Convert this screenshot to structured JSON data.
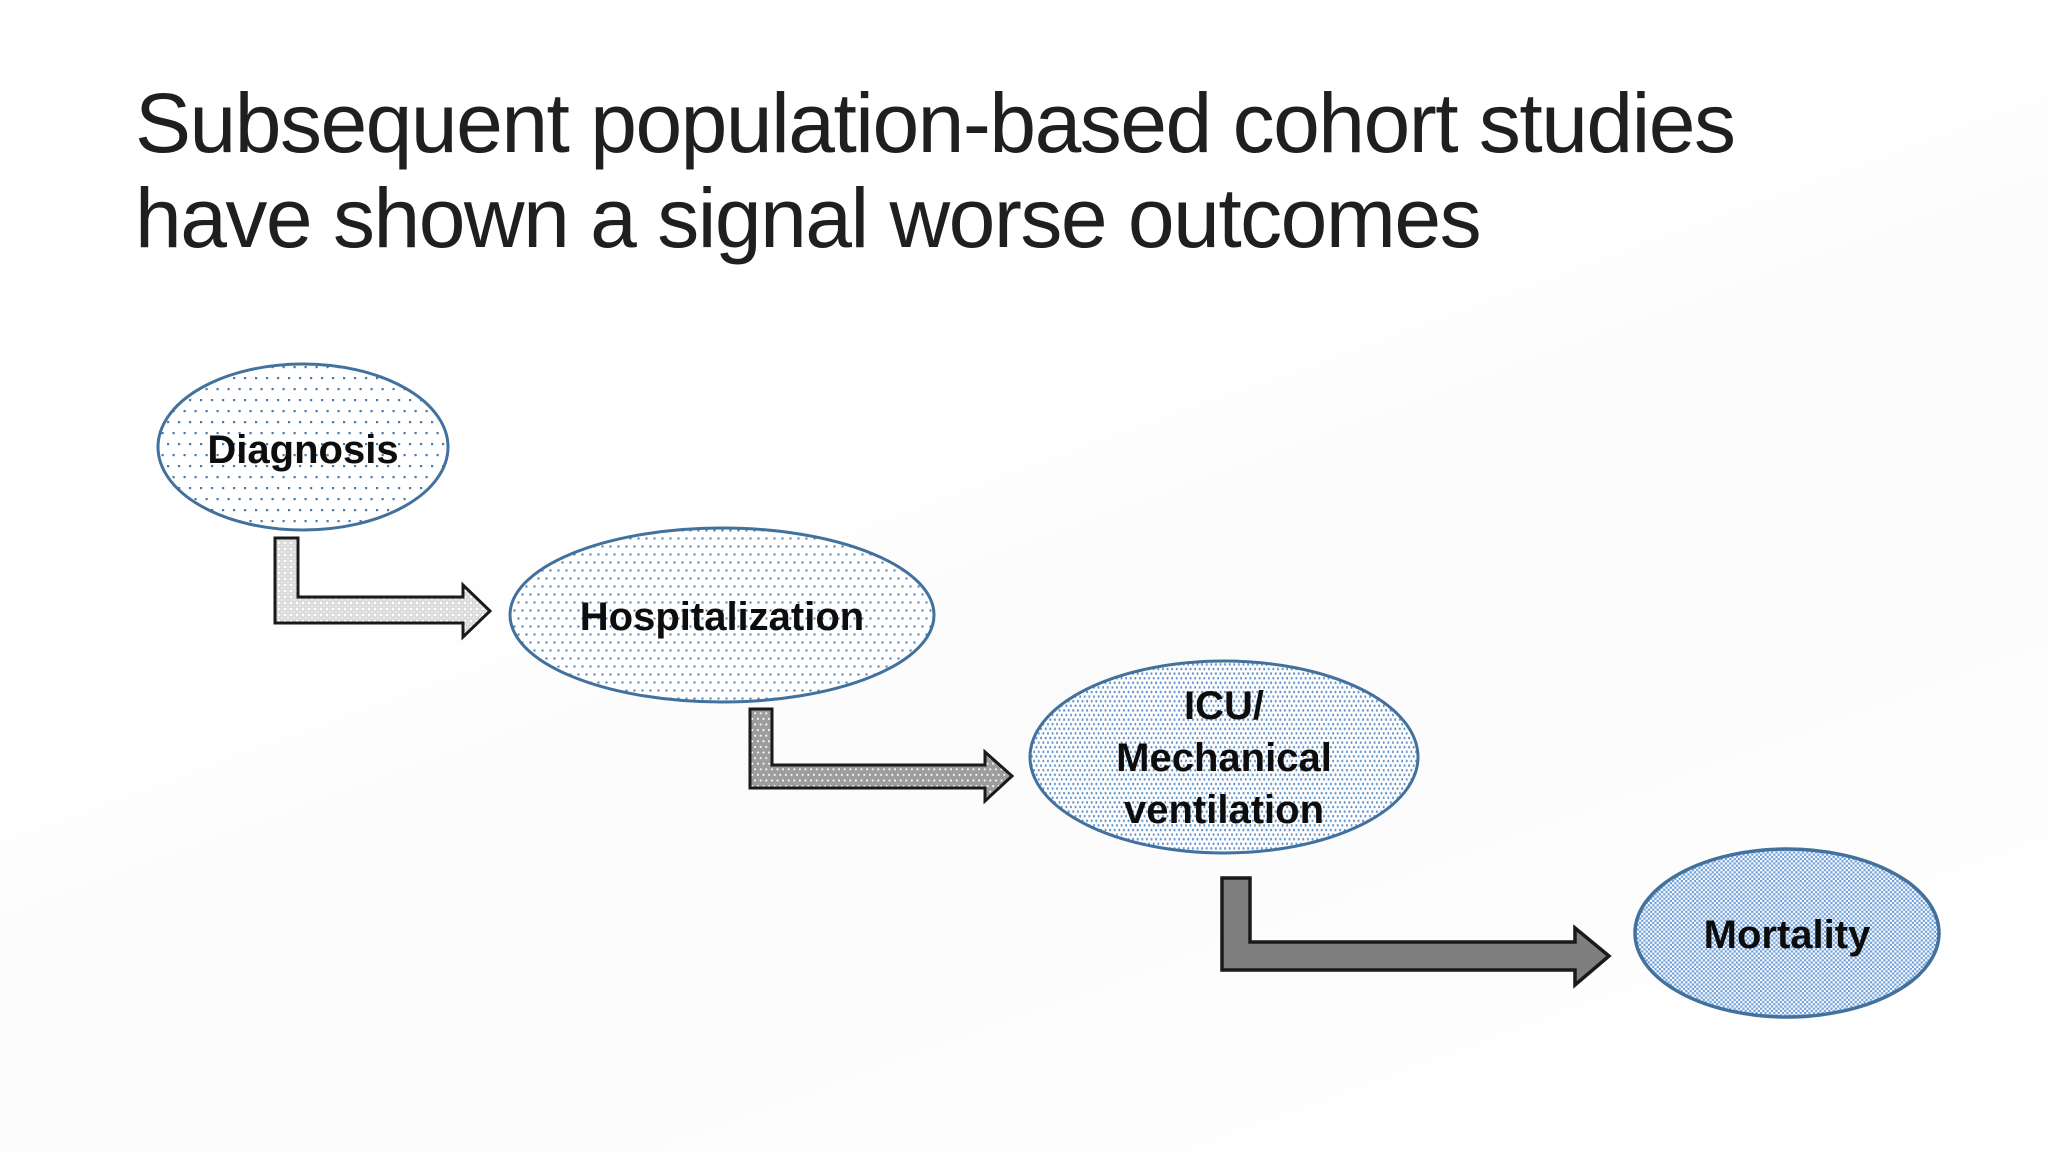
{
  "title": {
    "line1": "Subsequent population-based cohort studies",
    "line2": "have shown a signal worse outcomes"
  },
  "flow": {
    "nodes": [
      {
        "id": "diagnosis",
        "label": "Diagnosis",
        "fill_style": "sparse-blue-dots"
      },
      {
        "id": "hospitalization",
        "label": "Hospitalization",
        "fill_style": "medium-blue-dots"
      },
      {
        "id": "icu-mechanical-ventilation",
        "lines": [
          "ICU/",
          "Mechanical",
          "ventilation"
        ],
        "fill_style": "dense-blue-dots"
      },
      {
        "id": "mortality",
        "label": "Mortality",
        "fill_style": "blue-checker"
      }
    ],
    "connectors": [
      {
        "id": "diagnosis-to-hospitalization",
        "style": "light-woven-pattern"
      },
      {
        "id": "hospitalization-to-icu",
        "style": "gray-dotted-pattern"
      },
      {
        "id": "icu-to-mortality",
        "style": "solid-dark-gray"
      }
    ]
  },
  "colors": {
    "background": "#ffffff",
    "title_text": "#1f1f1f",
    "node_border": "#41719c",
    "node_dot_blue": "#4a79ae",
    "node_dense_blue": "#5e8fc7",
    "node_checker_blue": "#6f9fd8",
    "node_label_text": "#0d0d0d",
    "arrow_outline": "#1a1a1a",
    "arrow_light_fill": "#f2f2f2",
    "arrow_medium_fill": "#9d9d9d",
    "arrow_dark_fill": "#7f7f7f"
  }
}
